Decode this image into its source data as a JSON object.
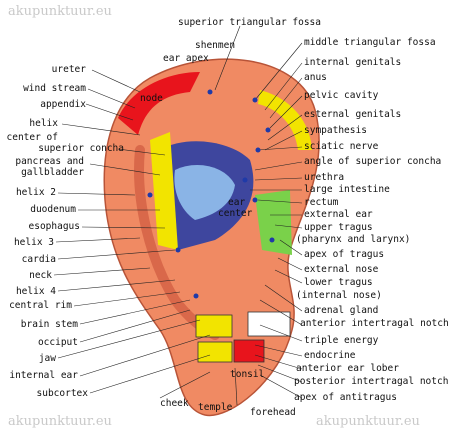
{
  "watermarks": {
    "top": "akupunktuur.eu",
    "bottom_left": "akupunktuur.eu",
    "bottom_right": "akupunktuur.eu"
  },
  "colors": {
    "skin": "#f08a63",
    "skin_dark": "#d9684a",
    "helix_red": "#e8141c",
    "yellow": "#f2e400",
    "green": "#7ad14a",
    "blue": "#1f3aa8",
    "light_blue": "#8ab4e6",
    "lead_line": "#222222"
  },
  "left_labels": [
    "ureter",
    "wind stream",
    "appendix",
    "helix",
    "center of",
    "superior concha",
    "pancreas and",
    "gallbladder",
    "helix 2",
    "duodenum",
    "esophagus",
    "helix 3",
    "cardia",
    "neck",
    "helix 4",
    "central rim",
    "brain stem",
    "occiput",
    "jaw",
    "internal ear",
    "subcortex"
  ],
  "right_labels": [
    "superior triangular fossa",
    "middle triangular fossa",
    "internal genitals",
    "anus",
    "pelvic cavity",
    "esternal genitals",
    "sympathesis",
    "sciatic nerve",
    "angle of superior concha",
    "urethra",
    "large intestine",
    "rectum",
    "external ear",
    "upper tragus",
    "(pharynx and larynx)",
    "apex of tragus",
    "external nose",
    "lower tragus",
    "(internal nose)",
    "adrenal gland",
    "anterior intertragal notch",
    "triple energy",
    "endocrine",
    "anterior ear lober",
    "posterior intertragal notch",
    "apex of antitragus"
  ],
  "top_labels": {
    "shenmen": "shenmen",
    "ear_apex": "ear apex"
  },
  "inner_labels": {
    "node": "node",
    "ear_center": "ear",
    "ear_center_2": "center"
  },
  "bottom_labels": [
    "cheek",
    "temple",
    "tonsil",
    "forehead"
  ]
}
